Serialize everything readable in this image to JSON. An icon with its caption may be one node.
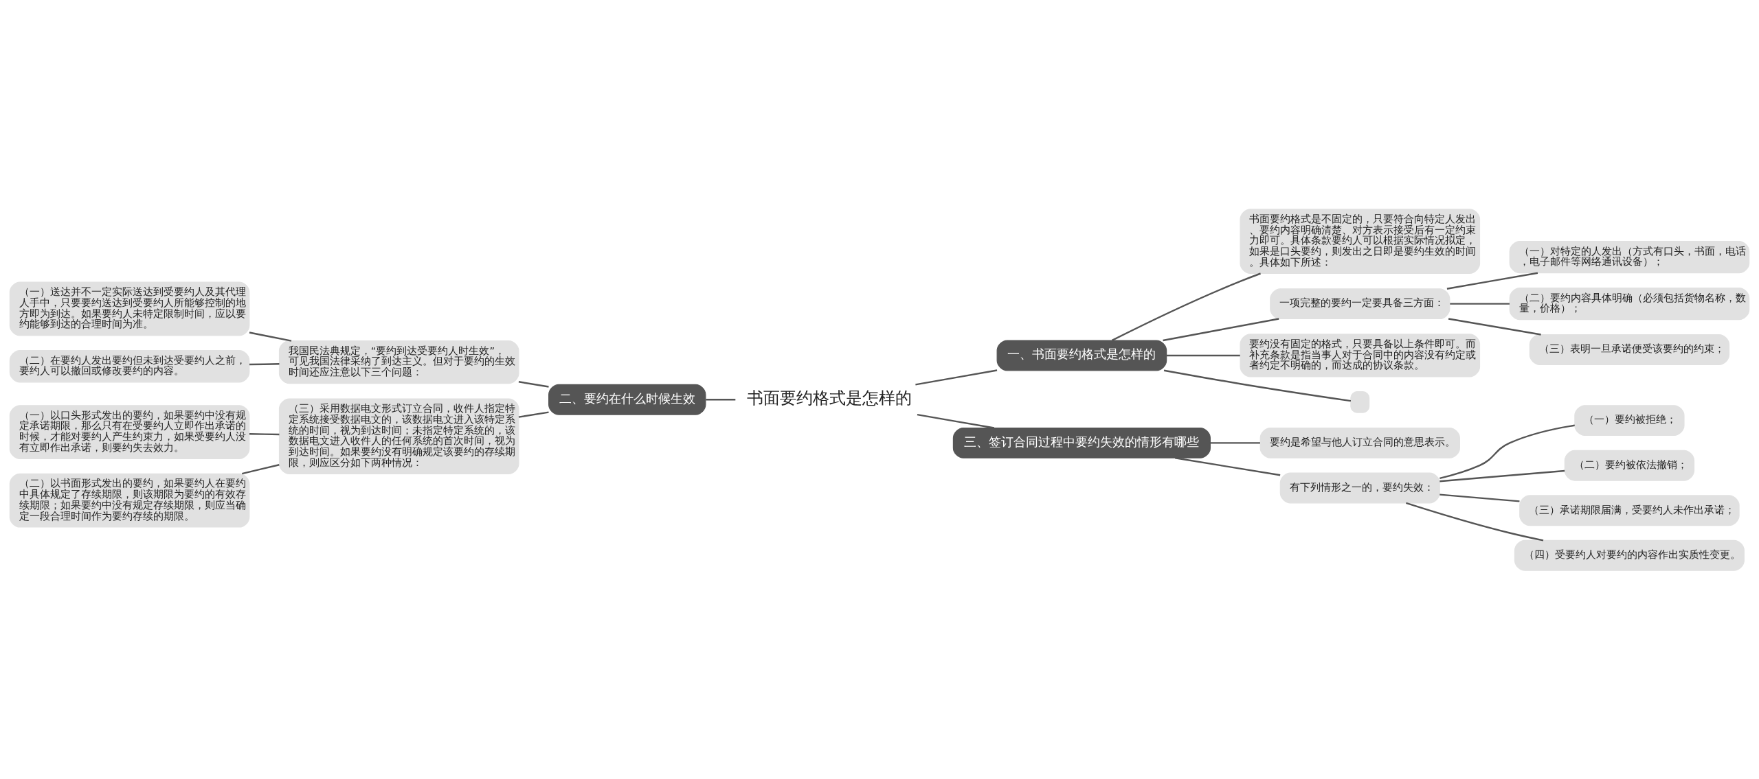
{
  "diagram": {
    "nodes": [
      {
        "text": [
          "书面要约格式是怎样的"
        ]
      },
      {
        "text": [
          "一、书面要约格式是怎样的"
        ]
      },
      {
        "text": [
          "书面要约格式是不固定的，只要符合向特定人发出、要约内容明确清楚、对方表示接受后有一定约束力即可。具体条款要约人可以根据实际情况拟定，如果是口头要约，则发出之日即是要约生效的时间。具体如下所述："
        ]
      },
      {
        "text": [
          "一项完整的要约一定要具备三方面："
        ]
      },
      {
        "text": [
          "（一）对特定的人发出（方式有口头，书面，电话，电子邮件等网络通讯设备）；"
        ]
      },
      {
        "text": [
          "（二）要约内容具体明确（必须包括货物名称，数量，价格）；"
        ]
      },
      {
        "text": [
          "（三）表明一旦承诺便受该要约的约束；"
        ]
      },
      {
        "text": [
          "要约没有固定的格式，只要具备以上条件即可。而补充条款是指当事人对于合同中的内容没有约定或者约定不明确的，而达成的协议条款。"
        ]
      },
      {
        "text": [],
        "shape": "box"
      },
      {
        "text": [
          "二、要约在什么时候生效"
        ]
      },
      {
        "text": [
          "我国民法典规定，“要约到达受要约人时生效”，可见我国法律采纳了到达主义。但对于要约的生效时间还应注意以下三个问题："
        ]
      },
      {
        "text": [
          "（一）送达并不一定实际送达到受要约人及其代理人手中，只要要约送达到受要约人所能够控制的地方即为到达。如果要约人未特定限制时间，应以要约能够到达的合理时间为准。"
        ]
      },
      {
        "text": [
          "（二）在要约人发出要约但未到达受要约人之前，要约人可以撤回或修改要约的内容。"
        ]
      },
      {
        "text": [
          "（三）采用数据电文形式订立合同，收件人指定特定系统接受数据电文的，该数据电文进入该特定系统的时间，视为到达时间；未指定特定系统的，该数据电文进入收件人的任何系统的首次时间，视为到达时间。如果要约没有明确规定该要约的存续期限，则应区分如下两种情况："
        ]
      },
      {
        "text": [
          "（一）以口头形式发出的要约，如果要约中没有规定承诺期限，那么只有在受要约人立即作出承诺的时候，才能对要约人产生约束力，如果受要约人没有立即作出承诺，则要约失去效力。"
        ]
      },
      {
        "text": [
          "（二）以书面形式发出的要约，如果要约人在要约中具体规定了存续期限，则该期限为要约的有效存续期限；如果要约中没有规定存续期限，则应当确定一段合理时间作为要约存续的期限。"
        ]
      },
      {
        "text": [
          "三、签订合同过程中要约失效的情形有哪些"
        ]
      },
      {
        "text": [
          "要约是希望与他人订立合同的意思表示。"
        ]
      },
      {
        "text": [
          "有下列情形之一的，要约失效："
        ]
      },
      {
        "text": [
          "（一）要约被拒绝；"
        ]
      },
      {
        "text": [
          "（二）要约被依法撤销；"
        ]
      },
      {
        "text": [
          "（三）承诺期限届满，受要约人未作出承诺；"
        ]
      },
      {
        "text": [
          "（四）受要约人对要约的内容作出实质性变更。"
        ]
      }
    ],
    "edges": [
      {
        "from": 0,
        "to": 1,
        "arrow": "none"
      },
      {
        "from": 1,
        "to": 2,
        "arrow": "none"
      },
      {
        "from": 1,
        "to": 3,
        "arrow": "none"
      },
      {
        "from": 3,
        "to": 4,
        "arrow": "none"
      },
      {
        "from": 3,
        "to": 5,
        "arrow": "none"
      },
      {
        "from": 3,
        "to": 6,
        "arrow": "none"
      },
      {
        "from": 1,
        "to": 7,
        "arrow": "none"
      },
      {
        "from": 1,
        "to": 8,
        "arrow": "none"
      },
      {
        "from": 0,
        "to": 9,
        "arrow": "none"
      },
      {
        "from": 9,
        "to": 10,
        "arrow": "none"
      },
      {
        "from": 10,
        "to": 11,
        "arrow": "none"
      },
      {
        "from": 10,
        "to": 12,
        "arrow": "none"
      },
      {
        "from": 9,
        "to": 13,
        "arrow": "none"
      },
      {
        "from": 13,
        "to": 14,
        "arrow": "none"
      },
      {
        "from": 13,
        "to": 15,
        "arrow": "none"
      },
      {
        "from": 0,
        "to": 16,
        "arrow": "none"
      },
      {
        "from": 16,
        "to": 17,
        "arrow": "none"
      },
      {
        "from": 16,
        "to": 18,
        "arrow": "none"
      },
      {
        "from": 18,
        "to": 19,
        "arrow": "none"
      },
      {
        "from": 18,
        "to": 20,
        "arrow": "none"
      },
      {
        "from": 18,
        "to": 21,
        "arrow": "none"
      },
      {
        "from": 18,
        "to": 22,
        "arrow": "none"
      }
    ]
  }
}
